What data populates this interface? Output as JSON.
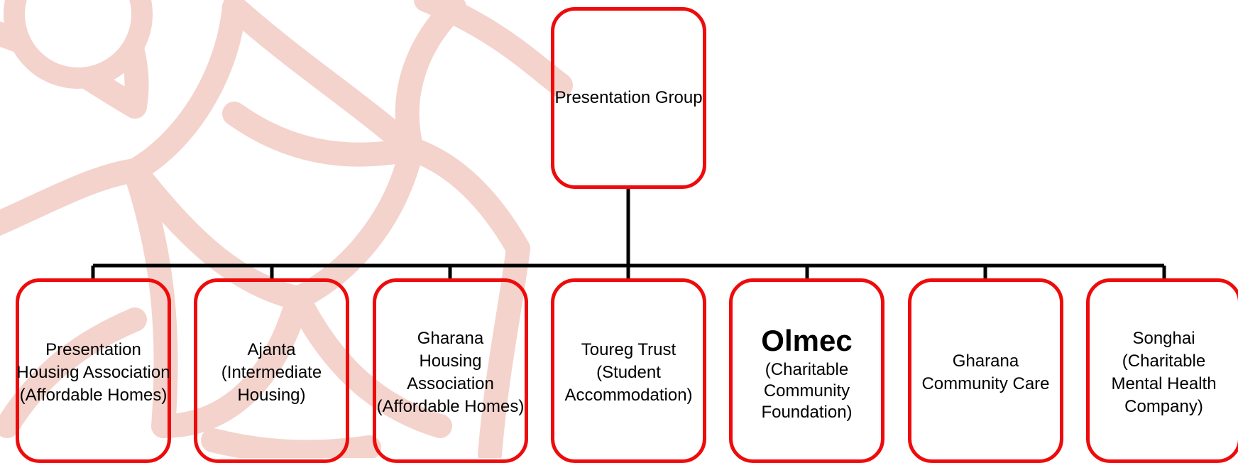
{
  "colors": {
    "box_border": "#ee0b0b",
    "connector": "#000000",
    "watermark": "#f4d3cc"
  },
  "watermark": {
    "icon": "sun-sketch-watermark"
  },
  "root": {
    "label": "Presentation Group"
  },
  "children": [
    {
      "lines": [
        "Presentation",
        "Housing Association",
        "(Affordable Homes)"
      ]
    },
    {
      "lines": [
        "Ajanta",
        "(Intermediate",
        "Housing)"
      ]
    },
    {
      "lines": [
        "Gharana",
        "Housing",
        "Association",
        "(Affordable Homes)"
      ]
    },
    {
      "lines": [
        "Toureg Trust",
        "(Student",
        "Accommodation)"
      ]
    },
    {
      "title": "Olmec",
      "lines": [
        "(Charitable",
        "Community",
        "Foundation)"
      ]
    },
    {
      "lines": [
        "Gharana",
        "Community Care"
      ]
    },
    {
      "lines": [
        "Songhai",
        "(Charitable",
        "Mental Health",
        "Company)"
      ]
    }
  ]
}
